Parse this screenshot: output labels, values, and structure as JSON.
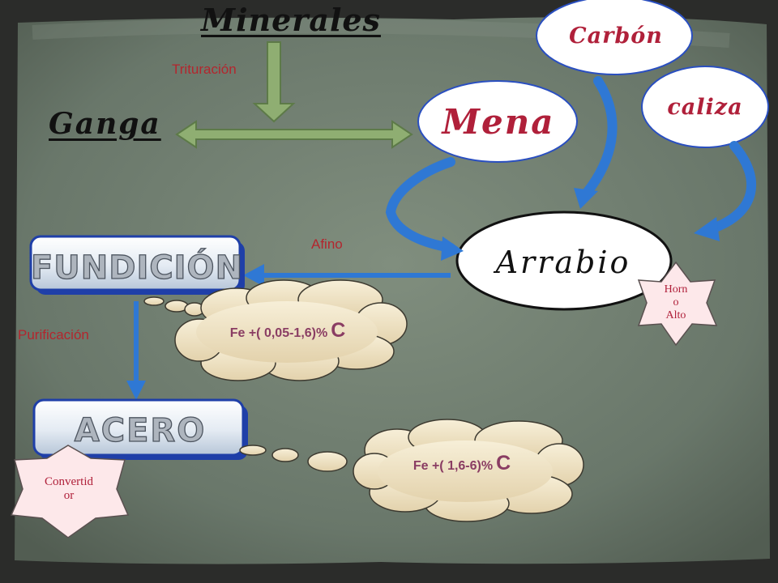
{
  "diagram": {
    "title": "Minerales",
    "nodes": {
      "ganga": "Ganga",
      "carbon": "Carbón",
      "caliza": "caliza",
      "mena": "Mena",
      "arrabio": "Arrabio",
      "fundicion": "FUNDICIÓN",
      "acero": "ACERO"
    },
    "process_labels": {
      "trituracion": "Trituración",
      "afino": "Afino",
      "purificacion": "Purificación"
    },
    "clouds": {
      "fundicion_prefix": "Fe +( 0,05-1,6)%",
      "fundicion_element": "C",
      "acero_prefix": "Fe +( 1,6-6)%",
      "acero_element": "C"
    },
    "badges": {
      "horno_line1": "Horn",
      "horno_line2": "o",
      "horno_line3": "Alto",
      "convertidor_line1": "Convertid",
      "convertidor_line2": "or"
    },
    "colors": {
      "board": "#6b7a6b",
      "frame": "#2b2c2a",
      "accent_red": "#b0203a",
      "arrow_green": "#8fae72",
      "arrow_blue": "#2f78d4",
      "box_border": "#1f3fa8",
      "cloud_fill": "#efe3c4",
      "star_fill": "#fde8ea"
    }
  }
}
